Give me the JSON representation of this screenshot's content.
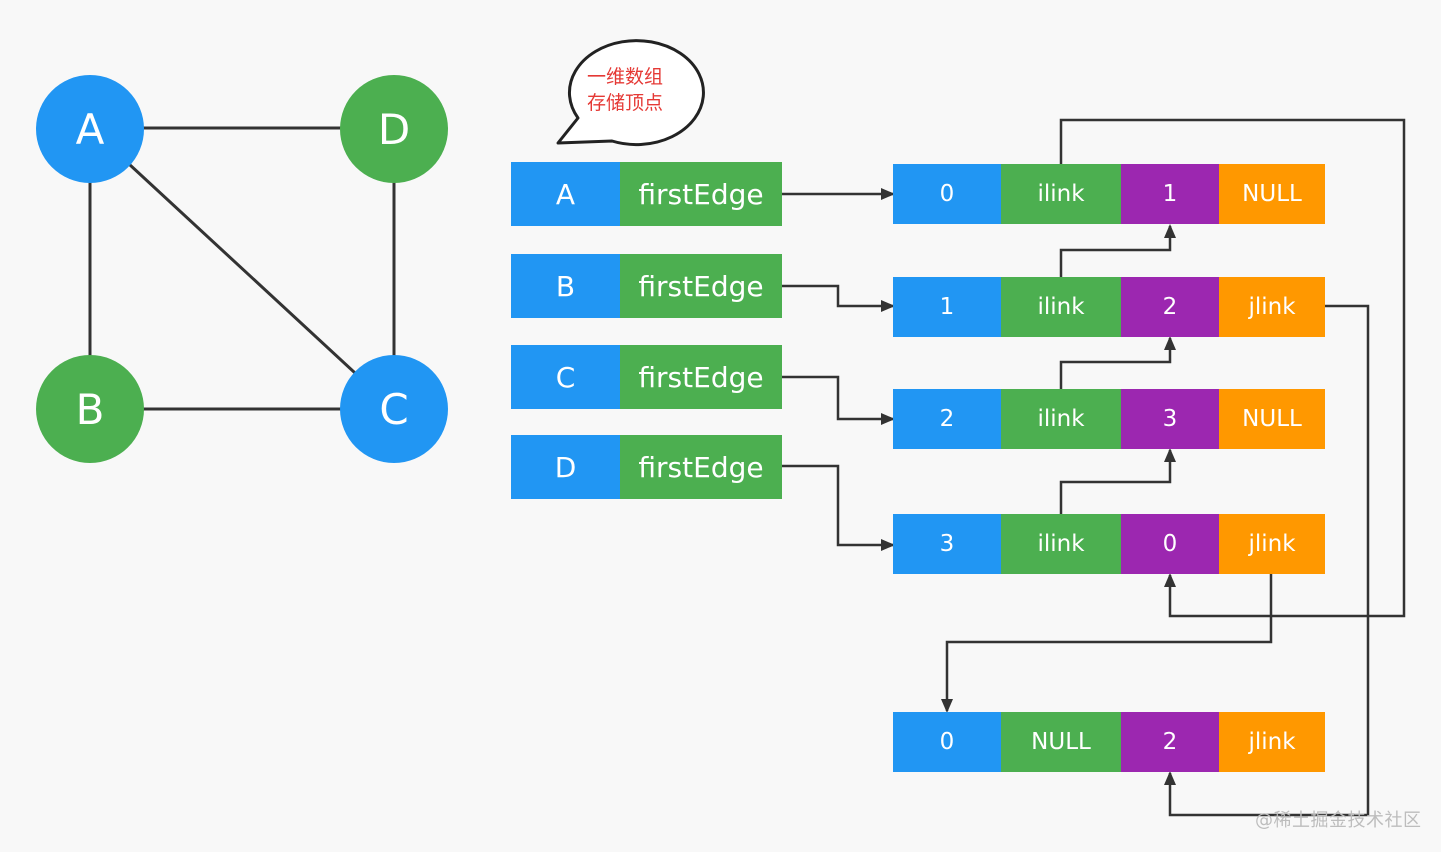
{
  "colors": {
    "blue": "#2196f3",
    "green": "#4caf50",
    "purple": "#9c27b0",
    "orange": "#ff9800",
    "line": "#333333",
    "bubble_text": "#e53935"
  },
  "graph": {
    "nodes": {
      "A": "A",
      "B": "B",
      "C": "C",
      "D": "D"
    }
  },
  "bubble": {
    "line1": "一维数组",
    "line2": "存储顶点"
  },
  "vertex_array": [
    {
      "vertex": "A",
      "pointer": "firstEdge"
    },
    {
      "vertex": "B",
      "pointer": "firstEdge"
    },
    {
      "vertex": "C",
      "pointer": "firstEdge"
    },
    {
      "vertex": "D",
      "pointer": "firstEdge"
    }
  ],
  "edge_nodes": [
    {
      "ivex": "0",
      "ilink": "ilink",
      "jvex": "1",
      "jlink": "NULL"
    },
    {
      "ivex": "1",
      "ilink": "ilink",
      "jvex": "2",
      "jlink": "jlink"
    },
    {
      "ivex": "2",
      "ilink": "ilink",
      "jvex": "3",
      "jlink": "NULL"
    },
    {
      "ivex": "3",
      "ilink": "ilink",
      "jvex": "0",
      "jlink": "jlink"
    },
    {
      "ivex": "0",
      "ilink": "NULL",
      "jvex": "2",
      "jlink": "jlink"
    }
  ],
  "watermark": "@稀土掘金技术社区"
}
